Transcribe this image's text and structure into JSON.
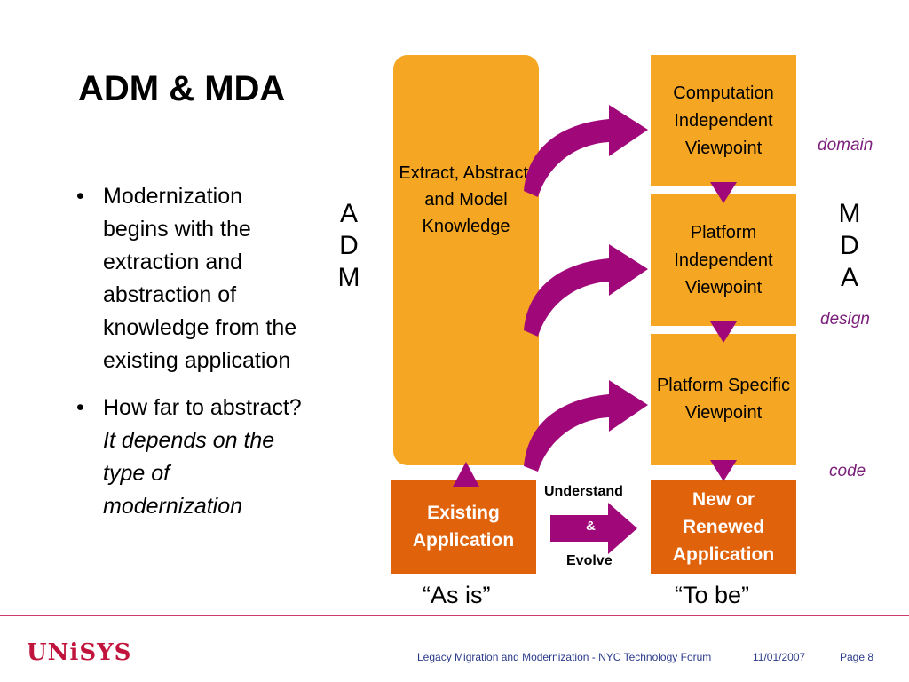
{
  "slide": {
    "title": "ADM & MDA",
    "bullets": [
      {
        "text": "Modernization begins with the extraction and abstraction of knowledge from the existing application",
        "italic": ""
      },
      {
        "text": "How far to abstract?",
        "italic": "It depends on the type of modernization"
      }
    ]
  },
  "diagram": {
    "extract_box": "Extract, Abstract, and Model Knowledge",
    "cim_box": "Computation Independent Viewpoint",
    "pim_box": "Platform Independent Viewpoint",
    "psm_box": "Platform Specific Viewpoint",
    "existing_box": "Existing Application",
    "new_box": "New or Renewed Application",
    "adm_letters": [
      "A",
      "D",
      "M"
    ],
    "mda_letters": [
      "M",
      "D",
      "A"
    ],
    "side_labels": {
      "domain": "domain",
      "design": "design",
      "code": "code"
    },
    "flow": {
      "understand": "Understand",
      "and": "&",
      "evolve": "Evolve"
    },
    "as_is": "“As is”",
    "to_be": "“To be”"
  },
  "colors": {
    "light_orange": "#f5a623",
    "dark_orange": "#e0630c",
    "magenta": "#a0087a",
    "label_purple": "#7b1f7a"
  },
  "footer": {
    "logo": "UNiSYS",
    "text": "Legacy Migration and Modernization - NYC Technology Forum",
    "date": "11/01/2007",
    "page": "Page 8"
  }
}
